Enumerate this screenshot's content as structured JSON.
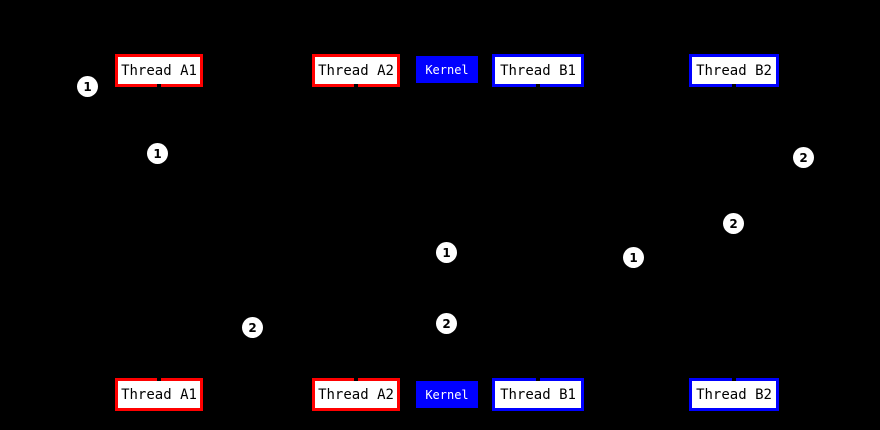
{
  "diagram": {
    "type": "sequence",
    "colors": {
      "background": "#000000",
      "thread_a_border": "#ff0000",
      "thread_b_border": "#0000ff",
      "kernel_fill": "#0000ff",
      "kernel_text": "#ffffff",
      "participant_fill": "#ffffff",
      "participant_text": "#000000",
      "marker_fill": "#ffffff",
      "marker_text": "#000000"
    },
    "participants": [
      {
        "label": "Thread A1",
        "style": "red"
      },
      {
        "label": "Thread A2",
        "style": "red"
      },
      {
        "label": "Kernel",
        "style": "kernel"
      },
      {
        "label": "Thread B1",
        "style": "blue"
      },
      {
        "label": "Thread B2",
        "style": "blue"
      }
    ],
    "markers": [
      {
        "label": "1"
      },
      {
        "label": "1"
      },
      {
        "label": "2"
      },
      {
        "label": "2"
      },
      {
        "label": "1"
      },
      {
        "label": "1"
      },
      {
        "label": "2"
      },
      {
        "label": "2"
      }
    ]
  }
}
